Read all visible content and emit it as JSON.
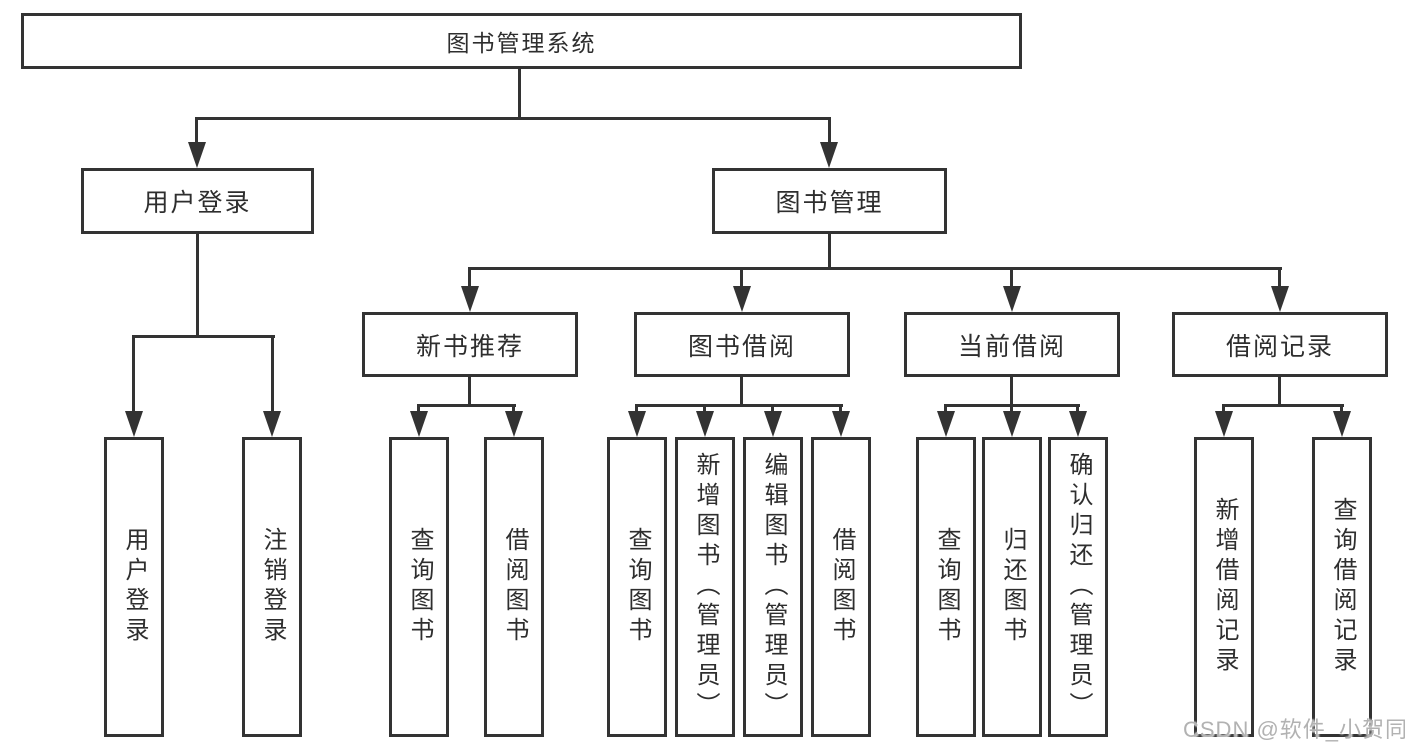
{
  "diagram": {
    "type": "hierarchy-tree",
    "root": {
      "label": "图书管理系统"
    },
    "level2": [
      {
        "label": "用户登录"
      },
      {
        "label": "图书管理"
      }
    ],
    "level3": [
      {
        "label": "新书推荐"
      },
      {
        "label": "图书借阅"
      },
      {
        "label": "当前借阅"
      },
      {
        "label": "借阅记录"
      }
    ],
    "leaves": {
      "login": [
        {
          "label": "用户登录"
        },
        {
          "label": "注销登录"
        }
      ],
      "recommend": [
        {
          "label": "查询图书"
        },
        {
          "label": "借阅图书"
        }
      ],
      "borrow": [
        {
          "label": "查询图书"
        },
        {
          "label": "新增图书（管理员）"
        },
        {
          "label": "编辑图书（管理员）"
        },
        {
          "label": "借阅图书"
        }
      ],
      "current": [
        {
          "label": "查询图书"
        },
        {
          "label": "归还图书"
        },
        {
          "label": "确认归还（管理员）"
        }
      ],
      "records": [
        {
          "label": "新增借阅记录"
        },
        {
          "label": "查询借阅记录"
        }
      ]
    }
  },
  "watermark": {
    "text": "CSDN @软件_小贺同学"
  },
  "colors": {
    "line": "#333333",
    "text": "#2e2e2e",
    "watermark": "#b2b2b2",
    "background": "#ffffff"
  }
}
